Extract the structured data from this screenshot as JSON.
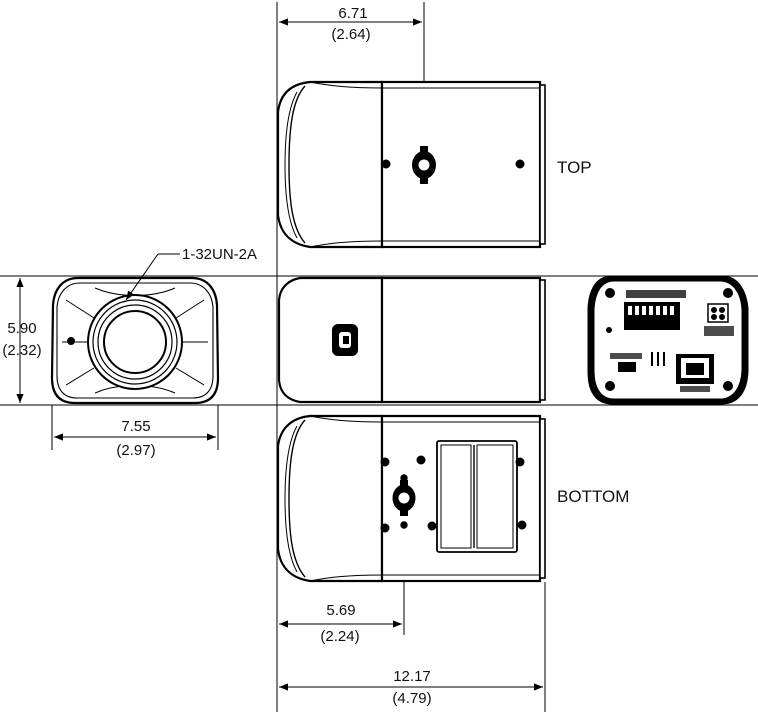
{
  "labels": {
    "top_view": "TOP",
    "bottom_view": "BOTTOM",
    "thread_spec": "1-32UN-2A"
  },
  "dimensions": {
    "top_width": {
      "value": "6.71",
      "alt": "(2.64)"
    },
    "height": {
      "value": "5.90",
      "alt": "(2.32)"
    },
    "front_width": {
      "value": "7.55",
      "alt": "(2.97)"
    },
    "mount_offset": {
      "value": "5.69",
      "alt": "(2.24)"
    },
    "overall_length": {
      "value": "12.17",
      "alt": "(4.79)"
    }
  },
  "colors": {
    "line": "#000000",
    "body": "#ffffff",
    "accent": "#111111"
  }
}
